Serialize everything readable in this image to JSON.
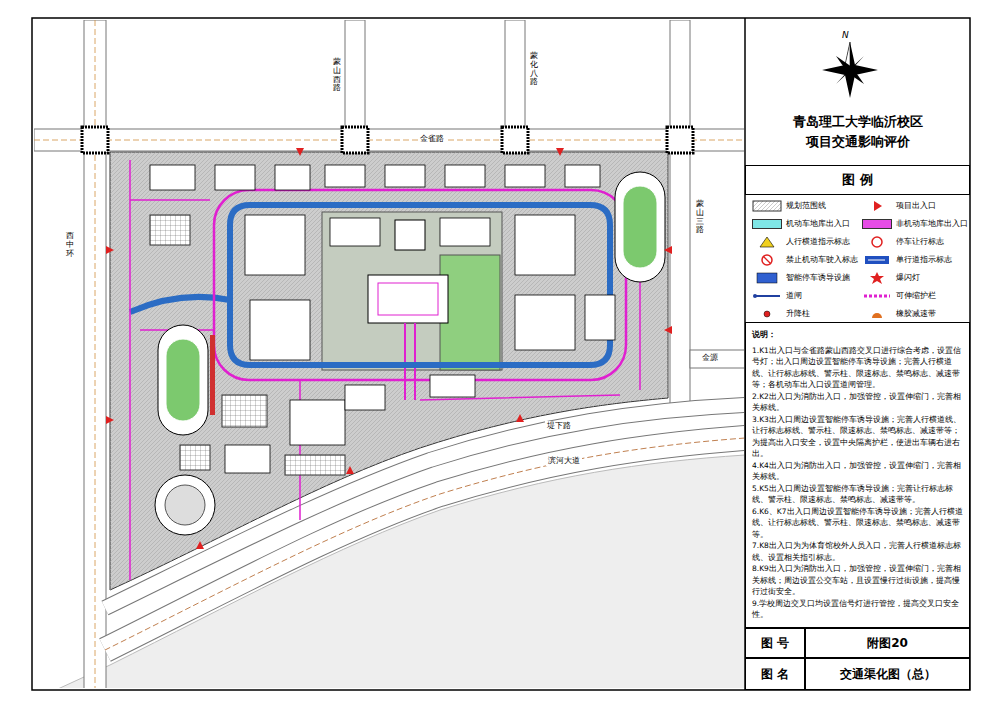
{
  "diagram": {
    "title": "青岛理工大学临沂校区 项目交通影响评价",
    "nodes": [
      {
        "text": [
          "图 例"
        ]
      },
      {
        "text": [
          "说明：",
          "1.K1出入口与金雀路蒙山西路交叉口进行综合考虑，设置信号灯；出入口周边设置智能停车诱导设施；完善人行横道线、让行标志标线、警示柱、限速标志、禁鸣标志、减速带等；各机动车出入口设置道闸管理。",
          "2.K2出入口为消防出入口，加强管控，设置伸缩门，完善相关标线。",
          "3.K3出入口周边设置智能停车诱导设施；完善人行横道线、让行标志标线、警示柱、限速标志、禁鸣标志、减速带等；为提高出入口安全，设置中央隔离护栏，使进出车辆右进右出。",
          "4.K4出入口为消防出入口，加强管控，设置伸缩门，完善相关标线。",
          "5.K5出入口周边设置智能停车诱导设施；完善让行标志标线、警示柱、限速标志、禁鸣标志、减速带等。",
          "6.K6、K7出入口周边设置智能停车诱导设施；完善人行横道线、让行标志标线、警示柱、限速标志、禁鸣标志、减速带等。",
          "7.K8出入口为为体育馆校外人员入口，完善人行横道标志标线、设置相关指引标志。",
          "8.K9出入口为消防出入口，加强管控，设置伸缩门，完善相关标线；周边设置公交车站，且设置慢行过街设施，提高慢行过街安全。",
          "9.学校周边交叉口均设置信号灯进行管控，提高交叉口安全性。"
        ]
      },
      {
        "text": [
          "图 号"
        ]
      },
      {
        "text": [
          "附图20"
        ]
      },
      {
        "text": [
          "图 名"
        ]
      },
      {
        "text": [
          "交通渠化图（总）"
        ]
      }
    ],
    "labels": [
      "N",
      "金雀路",
      "蒙山西路",
      "蒙化八路",
      "蒙山三路",
      "西中环",
      "金源",
      "堤下路",
      "滨河大道"
    ],
    "legend": [
      {
        "text": "规划范围线"
      },
      {
        "text": "项目出入口"
      },
      {
        "text": "机动车地库出入口",
        "color": "#7fe6e6"
      },
      {
        "text": "非机动车地库出入口",
        "color": "#e64ce6"
      },
      {
        "text": "人行横道指示标志"
      },
      {
        "text": "停车让行标志"
      },
      {
        "text": "禁止机动车驶入标志"
      },
      {
        "text": "单行道指示标志"
      },
      {
        "text": "智能停车诱导设施"
      },
      {
        "text": "爆闪灯"
      },
      {
        "text": "道闸"
      },
      {
        "text": "可伸缩护栏"
      },
      {
        "text": "升降柱"
      },
      {
        "text": "橡胶减速带"
      }
    ]
  }
}
